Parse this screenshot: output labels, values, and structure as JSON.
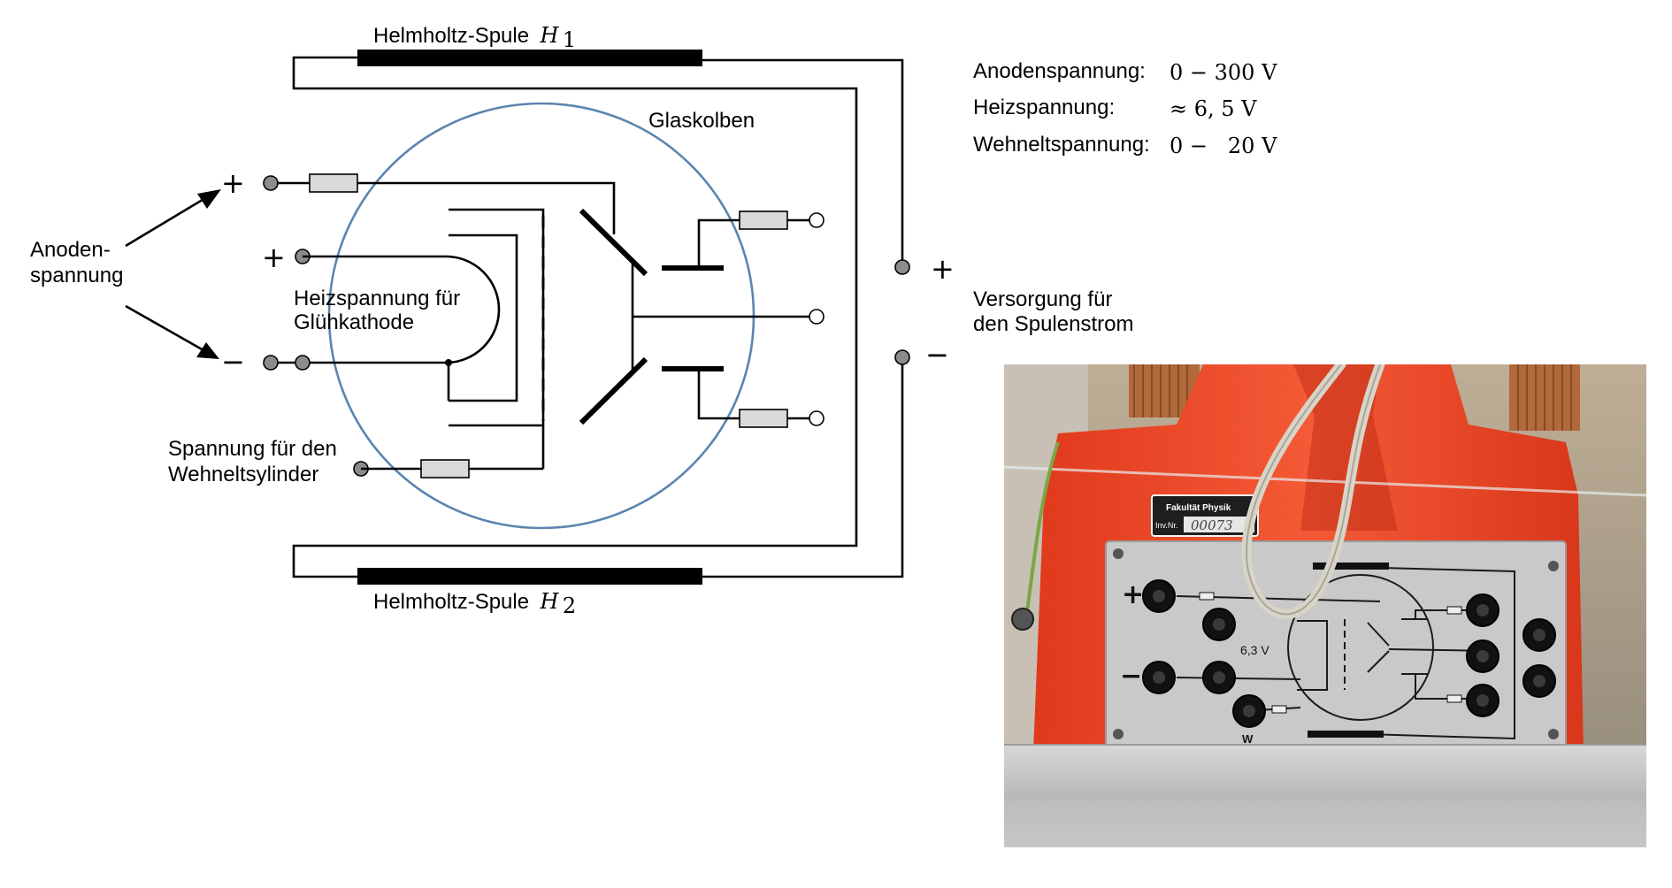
{
  "labels": {
    "coil_top": "Helmholtz-Spule",
    "coil_top_symbol": "H",
    "coil_top_index": "1",
    "coil_bottom": "Helmholtz-Spule",
    "coil_bottom_symbol": "H",
    "coil_bottom_index": "2",
    "bulb": "Glaskolben",
    "anode_line1": "Anoden-",
    "anode_line2": "spannung",
    "heater_line1": "Heizspannung für",
    "heater_line2": "Glühkathode",
    "wehnelt_line1": "Spannung für den",
    "wehnelt_line2": "Wehneltsylinder",
    "supply_line1": "Versorgung für",
    "supply_line2": "den Spulenstrom"
  },
  "specs": [
    {
      "name": "Anodenspannung:",
      "value": "0 − 300 V"
    },
    {
      "name": "Heizspannung:",
      "value": "≈ 6, 5 V"
    },
    {
      "name": "Wehneltspannung:",
      "value": "0 −   20 V"
    }
  ],
  "signs": {
    "anode_plus": "+",
    "anode_minus": "−",
    "heater_plus": "+",
    "supply_plus": "+",
    "supply_minus": "−"
  },
  "photo": {
    "label_line1": "Fakultät Physik",
    "label_line2": "Inv.Nr.",
    "label_number": "00073",
    "voltage_label": "6,3 V",
    "plus": "+",
    "minus": "−",
    "wehnelt_mark": "W"
  },
  "colors": {
    "bulb": "#5b85b0",
    "housing": "#f04a2a",
    "plate": "#c9c9c9",
    "resistor": "#d9d9d9",
    "terminal": "#8c8c8c"
  }
}
